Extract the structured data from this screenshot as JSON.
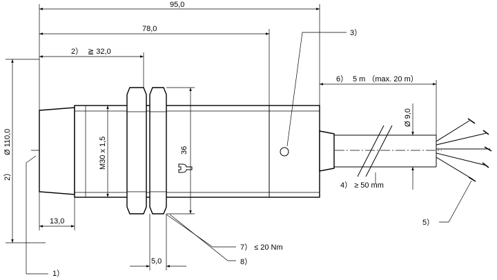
{
  "dimensions": {
    "total_length": "95,0",
    "housing_length": "78,0",
    "thread_length": "≧ 32,0",
    "thread_length_marker": "2）",
    "front_cap_length": "13,0",
    "nut_thickness": "5,0",
    "diameter": "Ø 110,0",
    "diameter_marker": "2）",
    "thread": "M30 x 1,5",
    "wrench_size": "36",
    "cable_diameter": "Ø 9,0",
    "cable_length": "5 m （max. 20 m）",
    "cable_length_marker": "6）"
  },
  "callouts": {
    "c1": "1）",
    "c3": "3）",
    "c4": "4） ≥ 50 mm",
    "c5": "5）",
    "c7": "7）  ≤ 20 Nm",
    "c8": "8）"
  },
  "icons": {
    "wrench": "wrench-icon"
  }
}
